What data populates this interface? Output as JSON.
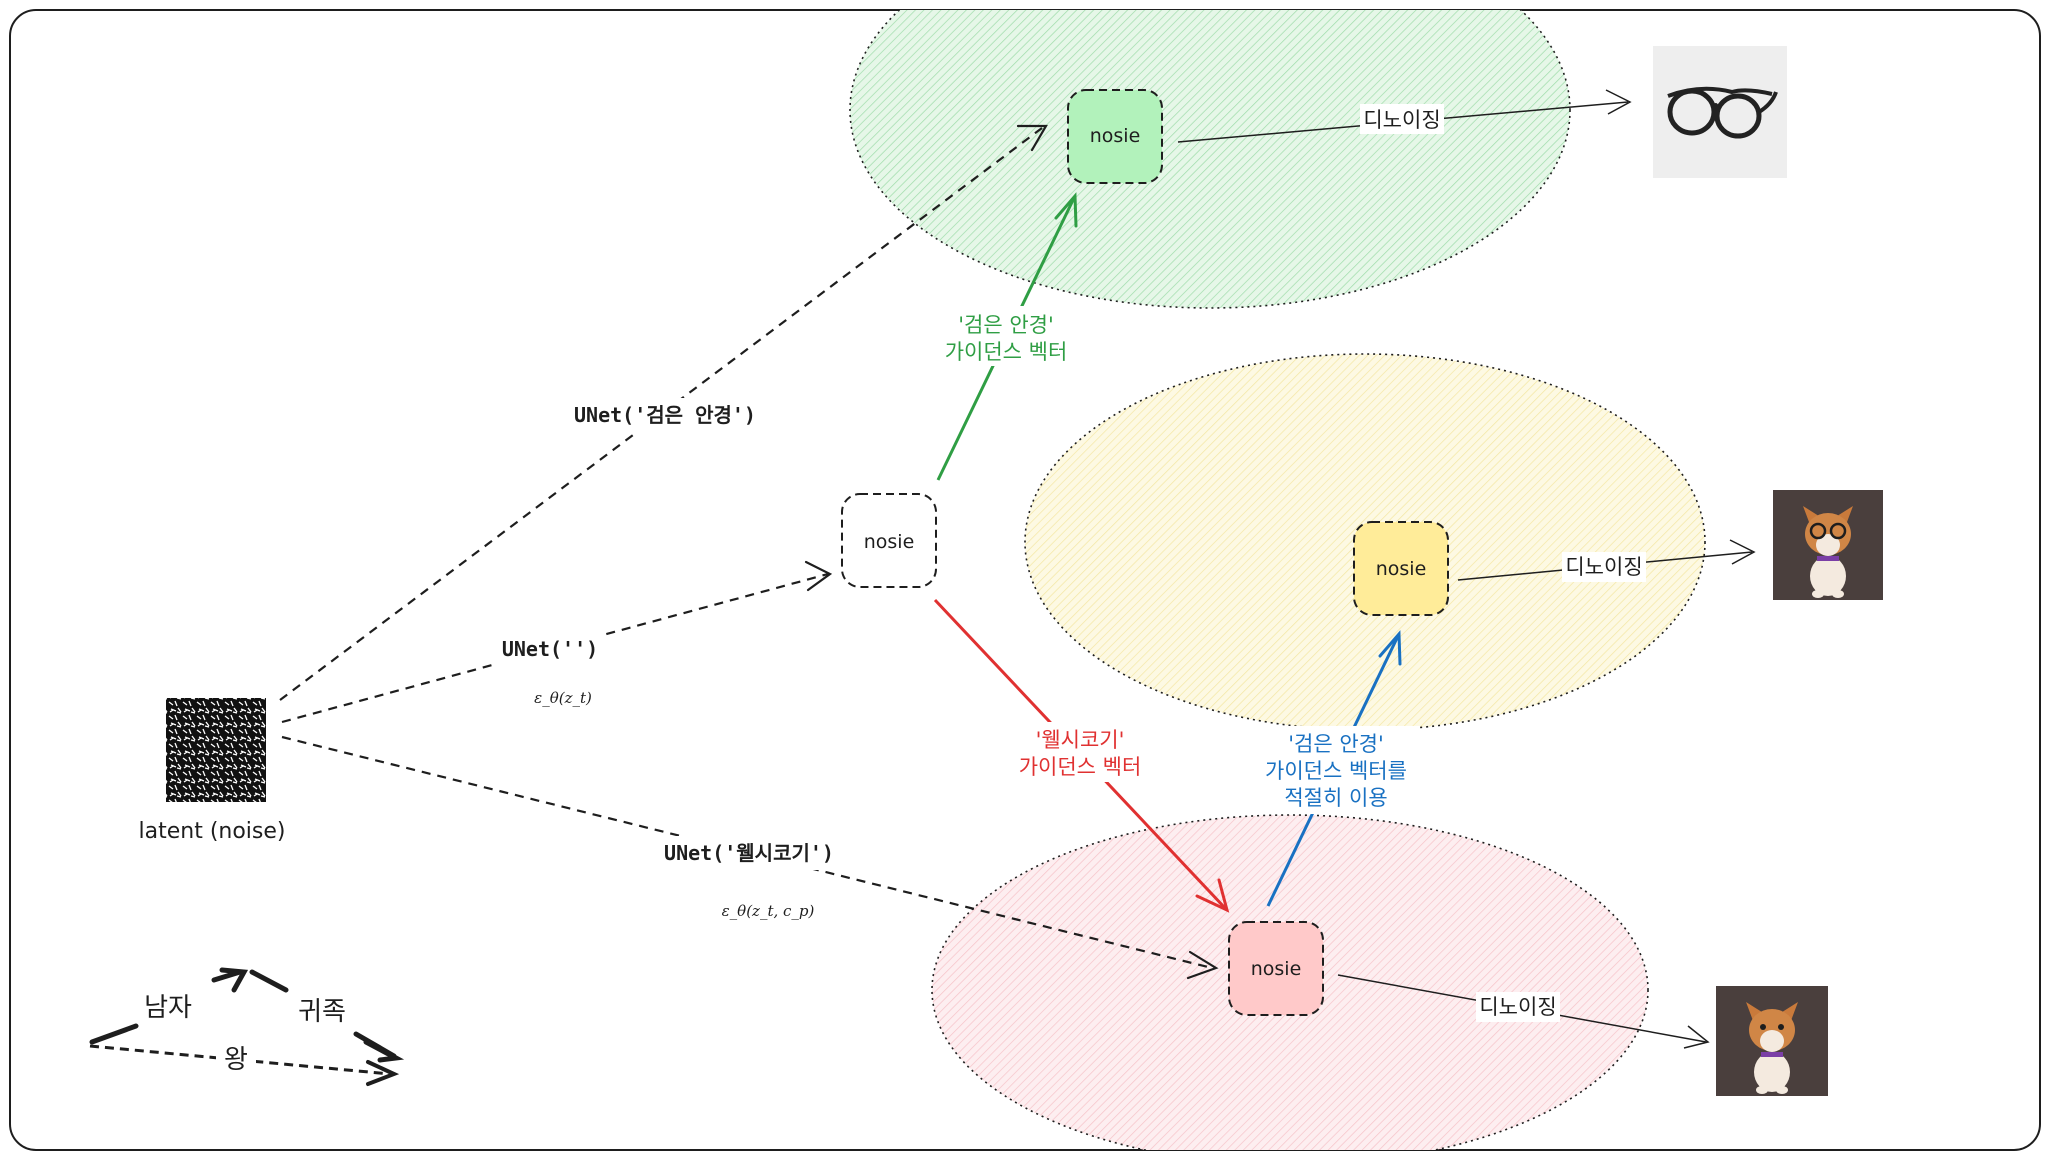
{
  "nodes": {
    "top": "nosie",
    "middle": "nosie",
    "yellow": "nosie",
    "bottom": "nosie",
    "latent": "latent (noise)"
  },
  "edges": {
    "unet_black_glasses": "UNet('검은 안경')",
    "unet_empty": "UNet('')",
    "unet_welsh": "UNet('웰시코기')",
    "eps_zt": "ε_θ(z_t)",
    "eps_zt_cp": "ε_θ(z_t, c_p)"
  },
  "guidance": {
    "green": [
      "'검은 안경'",
      "가이던스 벡터"
    ],
    "red": [
      "'웰시코기'",
      "가이던스 벡터"
    ],
    "blue": [
      "'검은 안경'",
      "가이던스 벡터를",
      "적절히 이용"
    ]
  },
  "denoise": {
    "top": "디노이징",
    "yellow": "디노이징",
    "bottom": "디노이징"
  },
  "analogy": {
    "man": "남자",
    "noble": "귀족",
    "king": "왕"
  },
  "colors": {
    "green_region": "#bfe9c6",
    "yellow_region": "#fbf2c0",
    "red_region": "#f9d3d6",
    "green_node": "#b2f2bb",
    "yellow_node": "#ffec99",
    "red_node": "#ffc9c9",
    "green_arrow": "#2f9e44",
    "red_arrow": "#e03131",
    "blue_arrow": "#1971c2"
  },
  "images": {
    "glasses": "black-glasses-photo",
    "corgi_with_glasses": "corgi-with-glasses-photo",
    "corgi": "corgi-photo"
  }
}
